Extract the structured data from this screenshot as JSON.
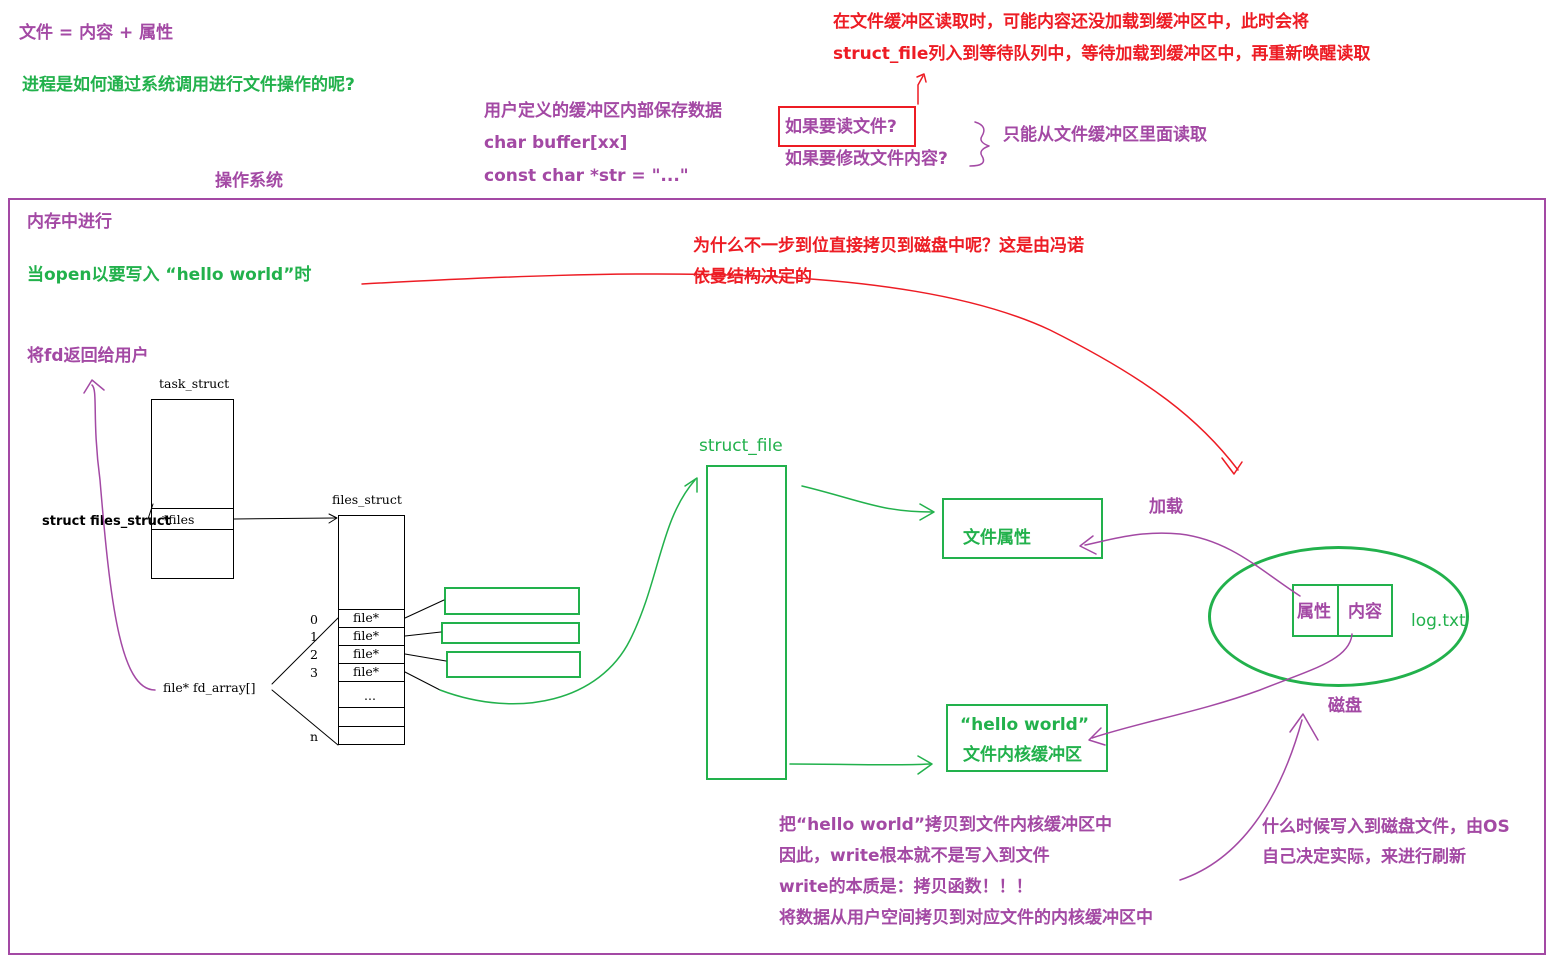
{
  "header": {
    "formula": "文件 = 内容 + 属性",
    "question": "进程是如何通过系统调用进行文件操作的呢?",
    "os_label": "操作系统",
    "user_buffer": [
      "用户定义的缓冲区内部保存数据",
      "char buffer[xx]",
      "const char *str = \"...\""
    ],
    "read_note": [
      "在文件缓冲区读取时，可能内容还没加载到缓冲区中，此时会将",
      "struct_file列入到等待队列中，等待加载到缓冲区中，再重新唤醒读取"
    ],
    "q_read": "如果要读文件?",
    "q_modify": "如果要修改文件内容?",
    "only_read": "只能从文件缓冲区里面读取"
  },
  "os": {
    "in_memory": "内存中进行",
    "open_note": "当open以要写入 “hello world”时",
    "return_fd": "将fd返回给用户",
    "why_note": [
      "为什么不一步到位直接拷贝到磁盘中呢？这是由冯诺",
      "依曼结构决定的"
    ]
  },
  "task_struct": {
    "title": "task_struct",
    "field": "*files",
    "field_label": "struct files_struct"
  },
  "files_struct": {
    "title": "files_struct",
    "indices": [
      "0",
      "1",
      "2",
      "3",
      "n"
    ],
    "rows": [
      "file*",
      "file*",
      "file*",
      "file*",
      "..."
    ],
    "fd_array": "file* fd_array[]"
  },
  "struct_file": {
    "title": "struct_file",
    "attr_box": "文件属性",
    "buffer_box": [
      "“hello world”",
      "文件内核缓冲区"
    ]
  },
  "disk": {
    "load": "加载",
    "attr": "属性",
    "content": "内容",
    "filename": "log.txt",
    "label": "磁盘"
  },
  "bottom": {
    "write_notes": [
      "把“hello world”拷贝到文件内核缓冲区中",
      "因此，write根本就不是写入到文件",
      "write的本质是：拷贝函数！！！",
      "将数据从用户空间拷贝到对应文件的内核缓冲区中"
    ],
    "flush_note": [
      "什么时候写入到磁盘文件，由OS",
      "自己决定实际，来进行刷新"
    ]
  },
  "colors": {
    "purple": "#a349a4",
    "green": "#22b14c",
    "red": "#ed1c24",
    "black": "#000000"
  }
}
